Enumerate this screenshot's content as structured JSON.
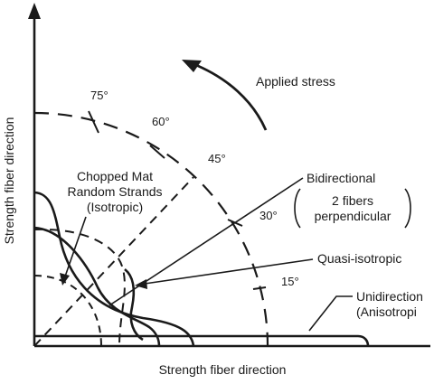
{
  "diagram": {
    "x_axis_label": "Strength fiber direction",
    "y_axis_label": "Strength fiber direction",
    "applied_stress_label": "Applied stress",
    "angle_labels": [
      "75°",
      "60°",
      "45°",
      "30°",
      "15°"
    ],
    "chopped_mat_label": {
      "line1": "Chopped Mat",
      "line2": "Random Strands",
      "line3": "(Isotropic)"
    },
    "bidirectional_label": {
      "title": "Bidirectional",
      "paren_line1": "2 fibers",
      "paren_line2": "perpendicular"
    },
    "quasi_isotropic_label": "Quasi-isotropic",
    "unidirectional_label": {
      "line1": "Unidirection",
      "line2": "(Anisotropi"
    },
    "colors": {
      "ink": "#1a1a1a",
      "background": "#ffffff"
    }
  }
}
